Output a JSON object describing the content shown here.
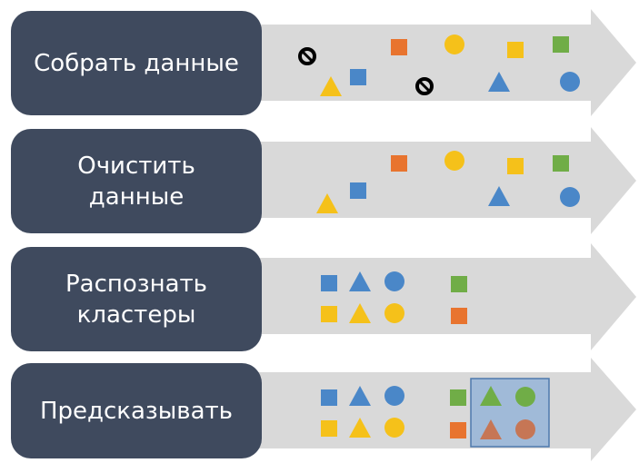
{
  "colors": {
    "label_bg": "#3f4a5e",
    "arrow": "#d9d9d9",
    "blue": "#4a87c8",
    "orange": "#e8742f",
    "yellow": "#f5c11a",
    "green": "#70ad47",
    "rust": "#c67655",
    "highlight": "#9ab7d8"
  },
  "steps": [
    {
      "label": "Собрать данные",
      "shapes": [
        {
          "type": "blocked-icon"
        },
        {
          "type": "square",
          "color": "orange"
        },
        {
          "type": "circle",
          "color": "yellow"
        },
        {
          "type": "square",
          "color": "yellow"
        },
        {
          "type": "square",
          "color": "green"
        },
        {
          "type": "triangle",
          "color": "yellow"
        },
        {
          "type": "square",
          "color": "blue"
        },
        {
          "type": "blocked-icon"
        },
        {
          "type": "triangle",
          "color": "blue"
        },
        {
          "type": "circle",
          "color": "blue"
        }
      ]
    },
    {
      "label": "Очистить\nданные",
      "shapes": [
        {
          "type": "square",
          "color": "orange"
        },
        {
          "type": "circle",
          "color": "yellow"
        },
        {
          "type": "square",
          "color": "yellow"
        },
        {
          "type": "square",
          "color": "green"
        },
        {
          "type": "triangle",
          "color": "yellow"
        },
        {
          "type": "square",
          "color": "blue"
        },
        {
          "type": "triangle",
          "color": "blue"
        },
        {
          "type": "circle",
          "color": "blue"
        }
      ]
    },
    {
      "label": "Распознать\nкластеры",
      "shapes": [
        {
          "type": "square",
          "color": "blue"
        },
        {
          "type": "triangle",
          "color": "blue"
        },
        {
          "type": "circle",
          "color": "blue"
        },
        {
          "type": "square",
          "color": "green"
        },
        {
          "type": "square",
          "color": "yellow"
        },
        {
          "type": "triangle",
          "color": "yellow"
        },
        {
          "type": "circle",
          "color": "yellow"
        },
        {
          "type": "square",
          "color": "orange"
        }
      ]
    },
    {
      "label": "Предсказывать",
      "shapes": [
        {
          "type": "square",
          "color": "blue"
        },
        {
          "type": "triangle",
          "color": "blue"
        },
        {
          "type": "circle",
          "color": "blue"
        },
        {
          "type": "square",
          "color": "green"
        },
        {
          "type": "triangle",
          "color": "green"
        },
        {
          "type": "circle",
          "color": "green"
        },
        {
          "type": "square",
          "color": "yellow"
        },
        {
          "type": "triangle",
          "color": "yellow"
        },
        {
          "type": "circle",
          "color": "yellow"
        },
        {
          "type": "square",
          "color": "orange"
        },
        {
          "type": "triangle",
          "color": "rust"
        },
        {
          "type": "circle",
          "color": "rust"
        }
      ]
    }
  ]
}
